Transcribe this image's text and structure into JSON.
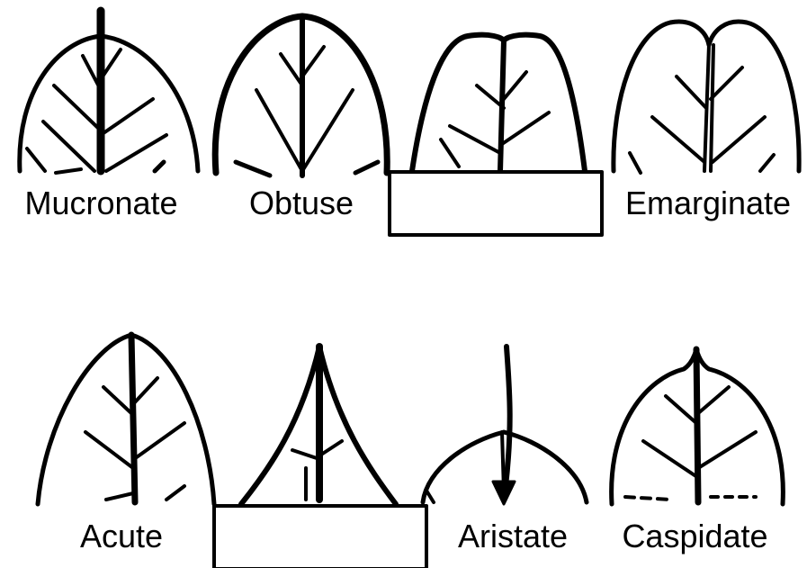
{
  "leaves": [
    {
      "label": "Mucronate"
    },
    {
      "label": "Obtuse"
    },
    {
      "label": ""
    },
    {
      "label": "Emarginate"
    },
    {
      "label": "Acute"
    },
    {
      "label": ""
    },
    {
      "label": "Aristate"
    },
    {
      "label": "Caspidate"
    }
  ],
  "colors": {
    "ink": "#000000",
    "background": "#ffffff"
  }
}
